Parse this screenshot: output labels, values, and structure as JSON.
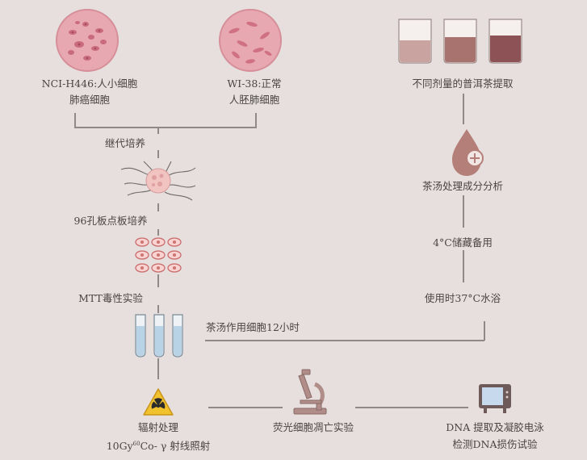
{
  "cells": {
    "left_line1": "NCI-H446:人小细胞",
    "left_line2": "肺癌细胞",
    "right_line1": "WI-38:正常",
    "right_line2": "人胚肺细胞"
  },
  "tea": {
    "extract": "不同剂量的普洱茶提取",
    "process": "茶汤处理成分分析",
    "storage": "4°C储藏备用",
    "bath": "使用时37°C水浴",
    "act": "茶汤作用细胞12小时"
  },
  "steps": {
    "subculture": "继代培养",
    "plate": "96孔板点板培养",
    "mtt": "MTT毒性实验",
    "irradiation_line1": "辐射处理",
    "irradiation_line2_main": "10Gy",
    "irradiation_line2_sup": "60",
    "irradiation_line2_rest": "Co- γ 射线照射",
    "apoptosis": "荧光细胞凋亡实验",
    "dna_line1": "DNA 提取及凝胶电泳",
    "dna_line2": "检测DNA损伤试验"
  },
  "colors": {
    "background": "#e6dfdd",
    "connector": "#8f8a88",
    "cell_pink": "#e7a8b1",
    "tube_blue": "#b9d3e6",
    "radiation_yellow": "#f1c12e",
    "tea_droplet": "#b57f79"
  },
  "icons": [
    "cancer-cell-dish-icon",
    "normal-cell-dish-icon",
    "beaker-icon",
    "tea-droplet-icon",
    "tangled-cell-icon",
    "well-plate-cells-icon",
    "test-tubes-icon",
    "radiation-icon",
    "microscope-icon",
    "monitor-icon"
  ]
}
